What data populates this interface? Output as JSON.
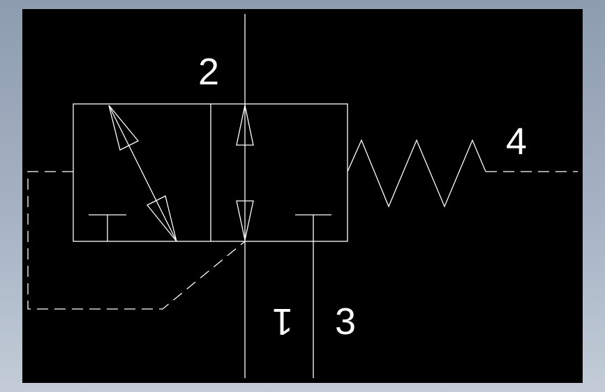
{
  "colors": {
    "background_outer": "#a6b3c4",
    "canvas": "#000000",
    "stroke": "#ffffff"
  },
  "ports": {
    "p1": "1",
    "p2": "2",
    "p3": "3",
    "p4": "4"
  }
}
